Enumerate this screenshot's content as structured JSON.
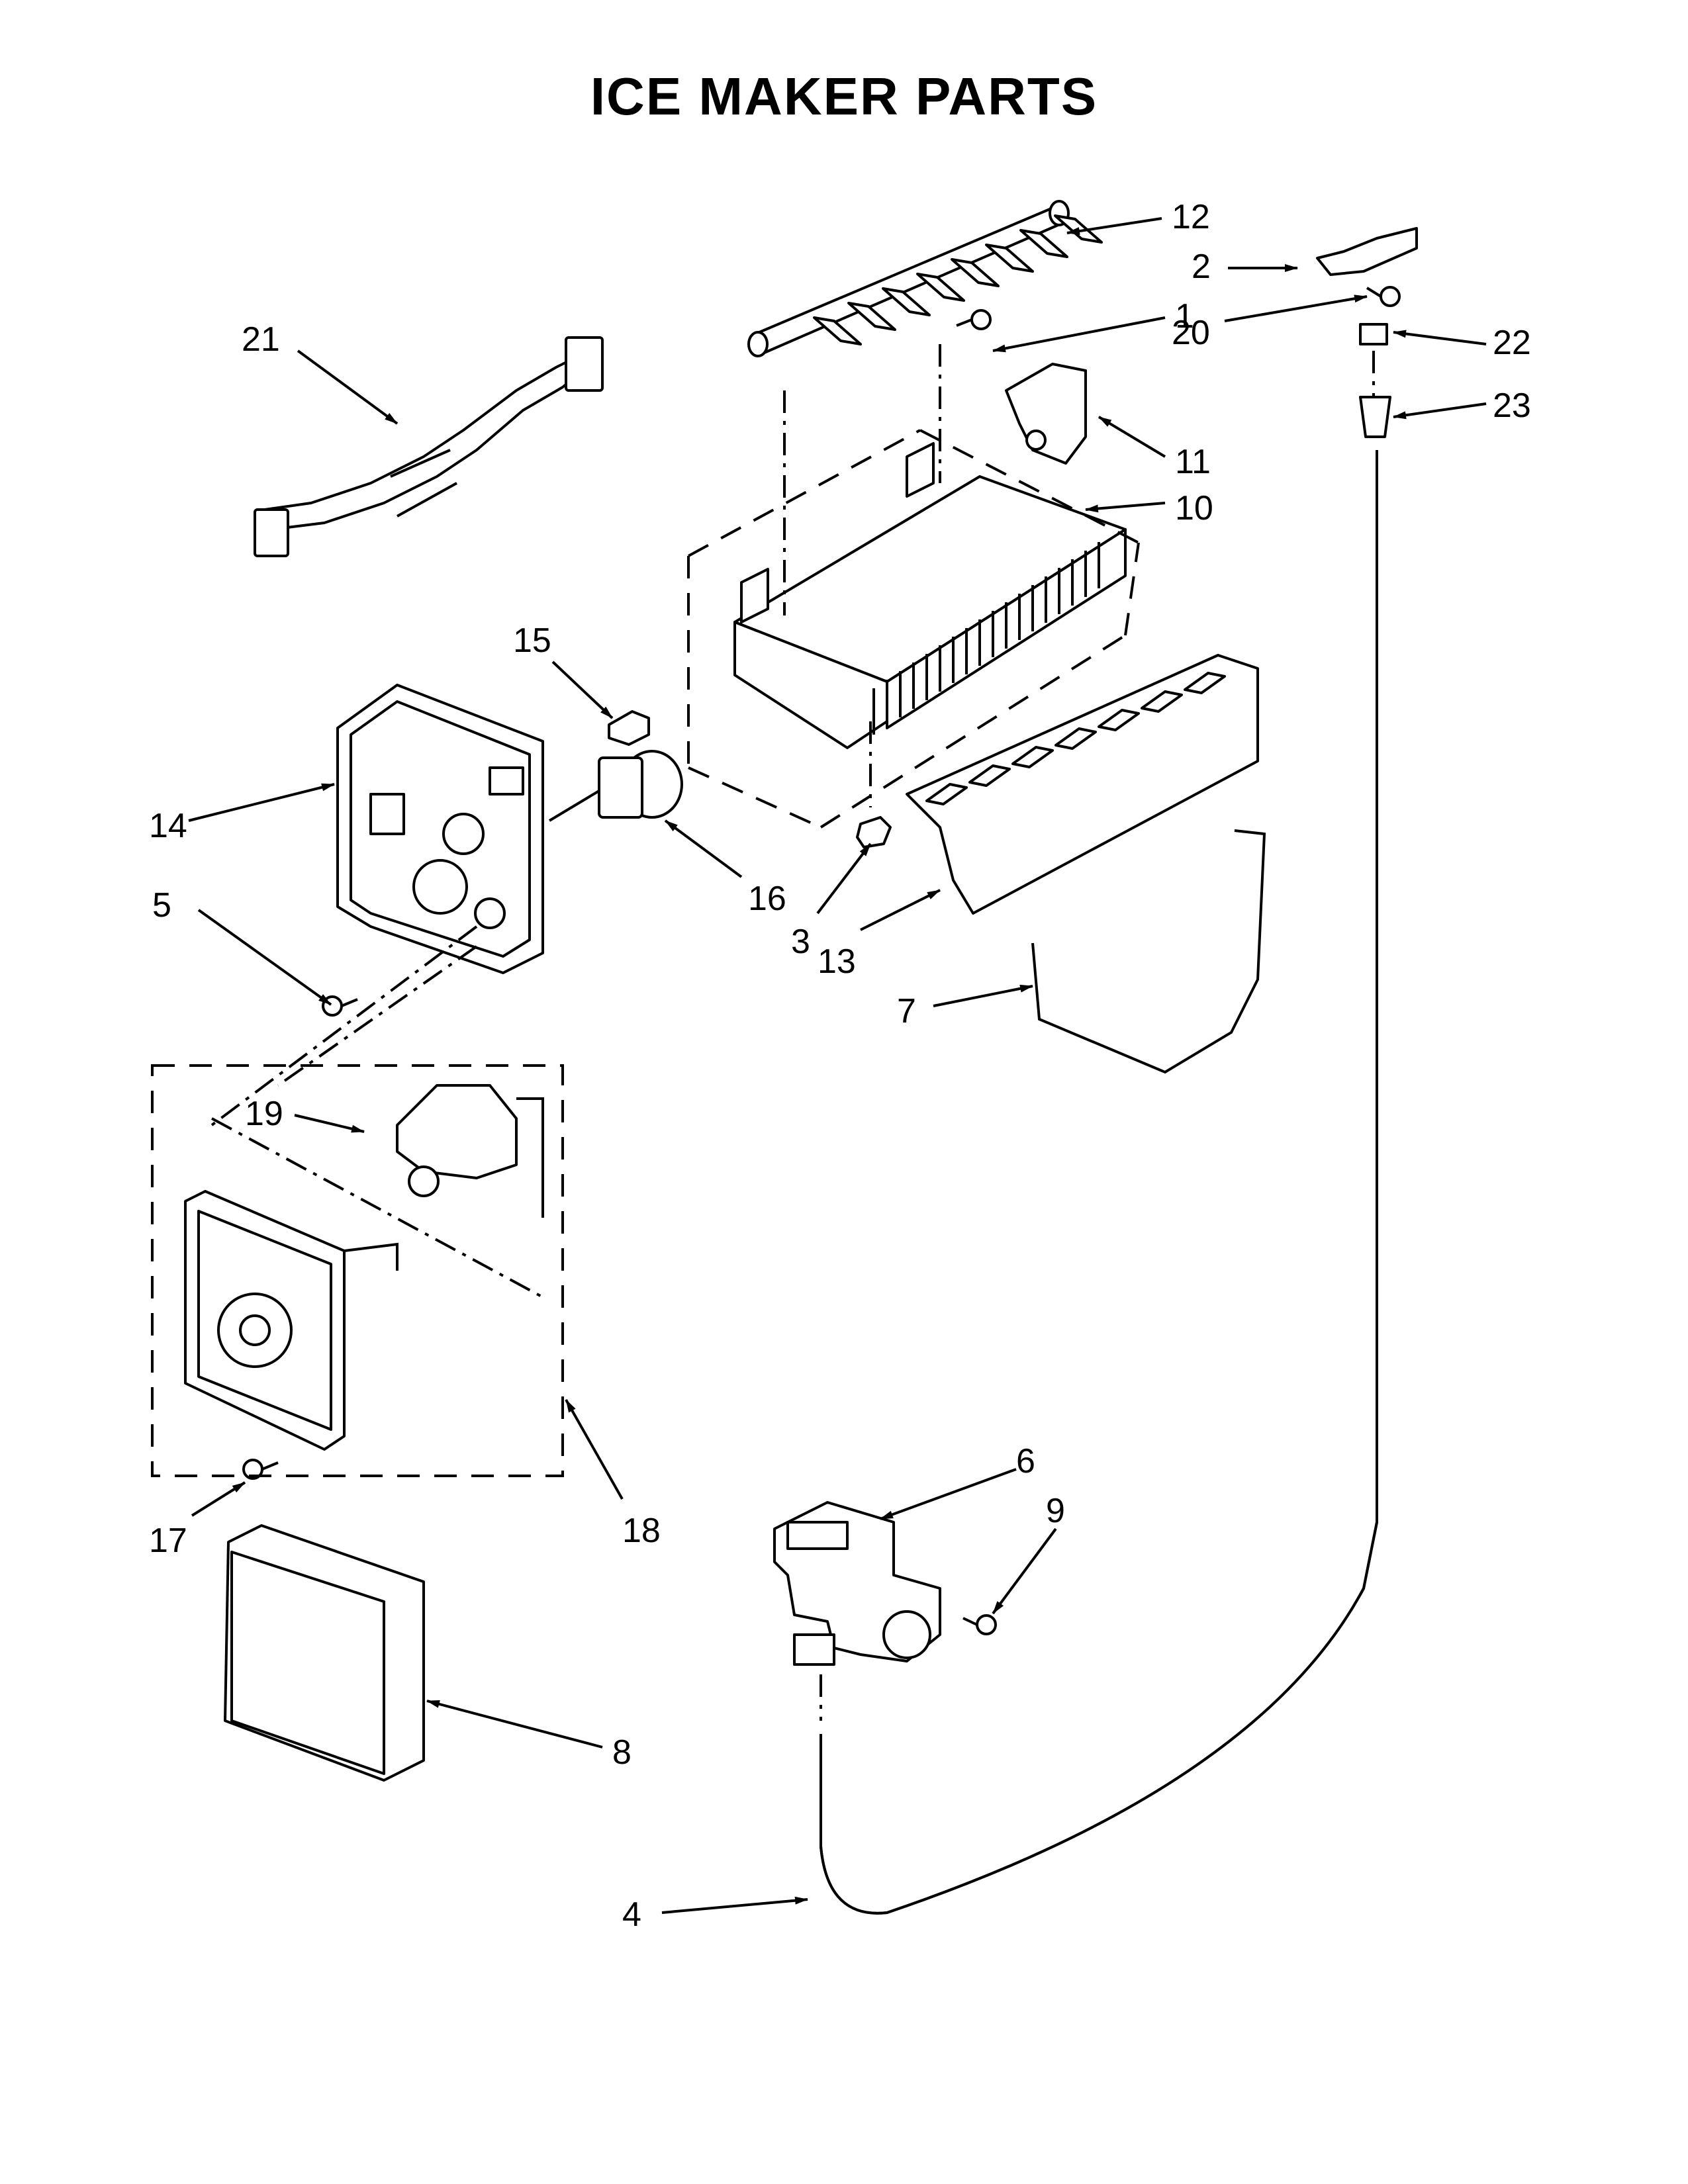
{
  "title": "ICE MAKER PARTS",
  "callouts": [
    {
      "id": "1",
      "label": "1"
    },
    {
      "id": "2",
      "label": "2"
    },
    {
      "id": "3",
      "label": "3"
    },
    {
      "id": "4",
      "label": "4"
    },
    {
      "id": "5",
      "label": "5"
    },
    {
      "id": "6",
      "label": "6"
    },
    {
      "id": "7",
      "label": "7"
    },
    {
      "id": "8",
      "label": "8"
    },
    {
      "id": "9",
      "label": "9"
    },
    {
      "id": "10",
      "label": "10"
    },
    {
      "id": "11",
      "label": "11"
    },
    {
      "id": "12",
      "label": "12"
    },
    {
      "id": "13",
      "label": "13"
    },
    {
      "id": "14",
      "label": "14"
    },
    {
      "id": "15",
      "label": "15"
    },
    {
      "id": "16",
      "label": "16"
    },
    {
      "id": "17",
      "label": "17"
    },
    {
      "id": "18",
      "label": "18"
    },
    {
      "id": "19",
      "label": "19"
    },
    {
      "id": "20",
      "label": "20"
    },
    {
      "id": "21",
      "label": "21"
    },
    {
      "id": "22",
      "label": "22"
    },
    {
      "id": "23",
      "label": "23"
    }
  ]
}
